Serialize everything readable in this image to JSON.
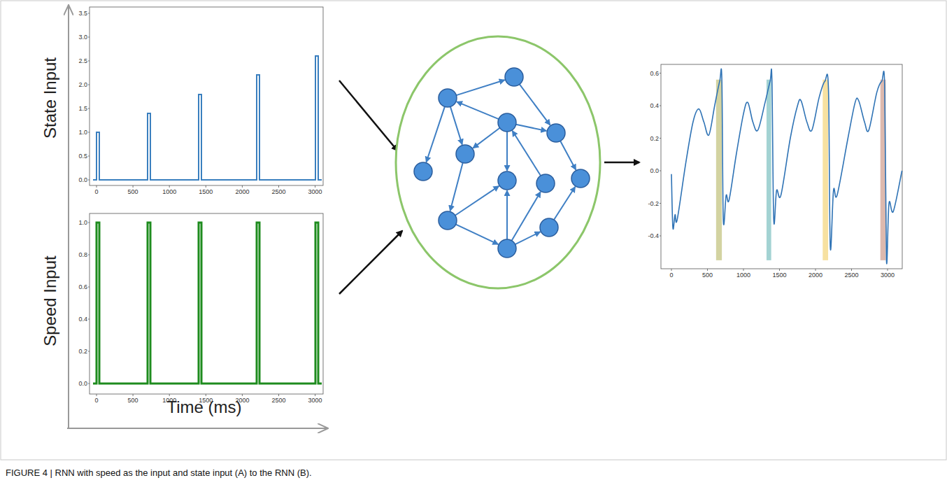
{
  "diagram": {
    "caption": "FIGURE 4 | RNN with speed as the input and state input (A) to the RNN (B).",
    "labels": [
      "State Input",
      "3.5",
      "3.0",
      "2.5",
      "2.0",
      "1.5",
      "1.0",
      "0.5",
      "0.0",
      "0",
      "500",
      "1000",
      "1500",
      "2000",
      "2500",
      "3000",
      "Speed Input",
      "1.0",
      "0.8",
      "0.6",
      "0.4",
      "0.2",
      "0.0",
      "0",
      "500",
      "1000",
      "1500",
      "2000",
      "2500",
      "3000",
      "Time (ms)",
      "0.6",
      "0.4",
      "0.2",
      "0.0",
      "-0.2",
      "-0.4",
      "0",
      "500",
      "1000",
      "1500",
      "2000",
      "2500",
      "3000"
    ]
  }
}
